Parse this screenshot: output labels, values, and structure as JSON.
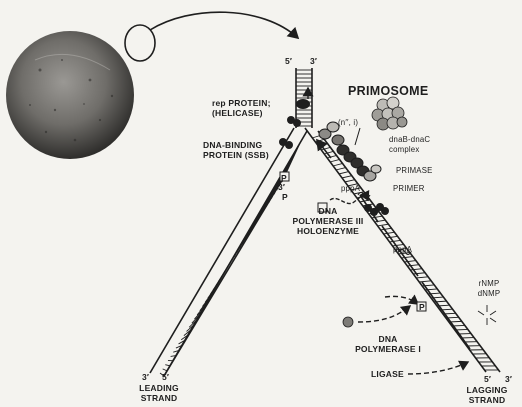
{
  "labels": {
    "primosome": "PRIMOSOME",
    "rep_protein_1": "rep PROTEIN;",
    "rep_protein_2": "(HELICASE)",
    "ssb_1": "DNA-BINDING",
    "ssb_2": "PROTEIN (SSB)",
    "n_factors": "(n′′, i)",
    "dnab_1": "dnaB-dnaC",
    "dnab_2": "complex",
    "primase": "PRIMASE",
    "primer": "PRIMER",
    "pppa_upper": "pppA",
    "pppa_lower": "pppA",
    "pol3_1": "DNA",
    "pol3_2": "POLYMERASE III",
    "pol3_3": "HOLOENZYME",
    "pol1_1": "DNA",
    "pol1_2": "POLYMERASE I",
    "ligase": "LIGASE",
    "rnmp": "rNMP",
    "dnmp": "dNMP",
    "leading_1": "LEADING",
    "leading_2": "STRAND",
    "lagging_1": "LAGGING",
    "lagging_2": "STRAND",
    "top_5prime": "5′",
    "top_3prime": "3′",
    "leading_3prime": "3′",
    "leading_5prime": "5′",
    "lagging_5prime": "5′",
    "lagging_3prime": "3′",
    "fragment_3prime": "3′",
    "p_symbol_1": "P",
    "p_symbol_2": "P",
    "p_symbol_3": "P"
  },
  "colors": {
    "ink": "#1e1e1e",
    "paper": "#f4f3ef",
    "cell": "#6d6b67"
  }
}
